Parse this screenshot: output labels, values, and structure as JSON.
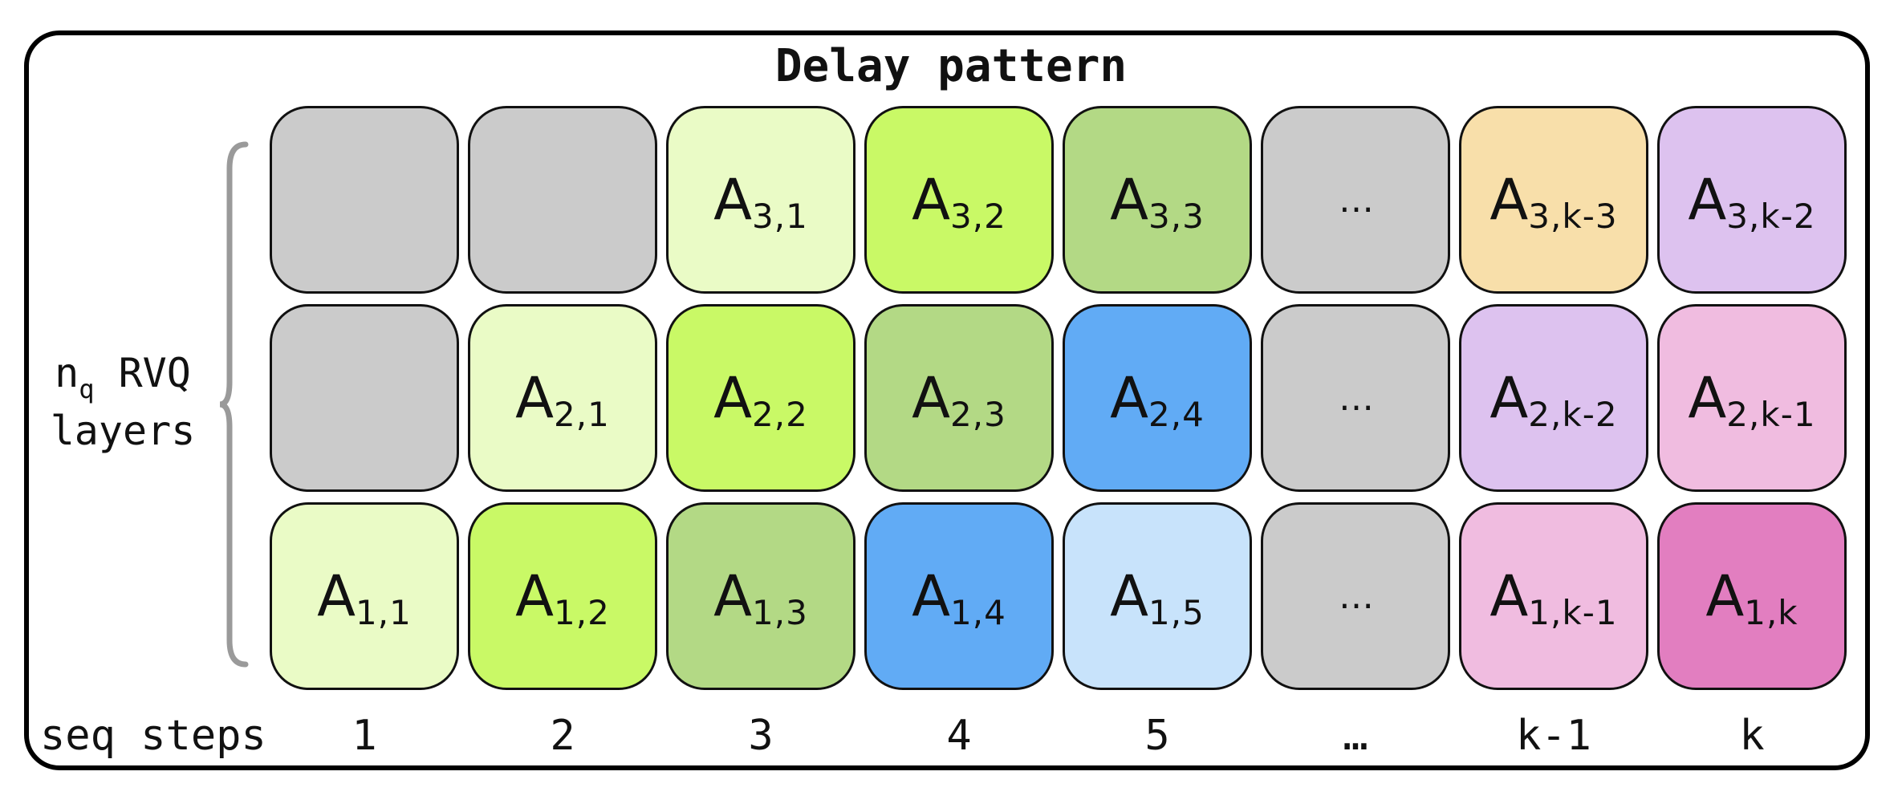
{
  "title": "Delay pattern",
  "layers_label": {
    "line1_prefix": "n",
    "line1_sub": "q",
    "line1_suffix": " RVQ",
    "line2": "layers"
  },
  "steps_label": "seq steps",
  "steps": [
    "1",
    "2",
    "3",
    "4",
    "5",
    "…",
    "k-1",
    "k"
  ],
  "palette": {
    "empty": "#cbcbcb",
    "light_green": "#eafbc6",
    "bright_green": "#c9f966",
    "olive_green": "#b3d985",
    "blue": "#61abf5",
    "light_blue": "#c8e3fb",
    "orange": "#f8dfaa",
    "lavender": "#ddc2ef",
    "pink": "#f0bce0",
    "magenta": "#e27ec0"
  },
  "rows": [
    {
      "cells": [
        {
          "base": "",
          "sub": "",
          "color": "empty"
        },
        {
          "base": "",
          "sub": "",
          "color": "empty"
        },
        {
          "base": "A",
          "sub": "3,1",
          "color": "light_green"
        },
        {
          "base": "A",
          "sub": "3,2",
          "color": "bright_green"
        },
        {
          "base": "A",
          "sub": "3,3",
          "color": "olive_green"
        },
        {
          "base": "…",
          "sub": "",
          "color": "empty"
        },
        {
          "base": "A",
          "sub": "3,k-3",
          "color": "orange"
        },
        {
          "base": "A",
          "sub": "3,k-2",
          "color": "lavender"
        }
      ]
    },
    {
      "cells": [
        {
          "base": "",
          "sub": "",
          "color": "empty"
        },
        {
          "base": "A",
          "sub": "2,1",
          "color": "light_green"
        },
        {
          "base": "A",
          "sub": "2,2",
          "color": "bright_green"
        },
        {
          "base": "A",
          "sub": "2,3",
          "color": "olive_green"
        },
        {
          "base": "A",
          "sub": "2,4",
          "color": "blue"
        },
        {
          "base": "…",
          "sub": "",
          "color": "empty"
        },
        {
          "base": "A",
          "sub": "2,k-2",
          "color": "lavender"
        },
        {
          "base": "A",
          "sub": "2,k-1",
          "color": "pink"
        }
      ]
    },
    {
      "cells": [
        {
          "base": "A",
          "sub": "1,1",
          "color": "light_green"
        },
        {
          "base": "A",
          "sub": "1,2",
          "color": "bright_green"
        },
        {
          "base": "A",
          "sub": "1,3",
          "color": "olive_green"
        },
        {
          "base": "A",
          "sub": "1,4",
          "color": "blue"
        },
        {
          "base": "A",
          "sub": "1,5",
          "color": "light_blue"
        },
        {
          "base": "…",
          "sub": "",
          "color": "empty"
        },
        {
          "base": "A",
          "sub": "1,k-1",
          "color": "pink"
        },
        {
          "base": "A",
          "sub": "1,k",
          "color": "magenta"
        }
      ]
    }
  ]
}
